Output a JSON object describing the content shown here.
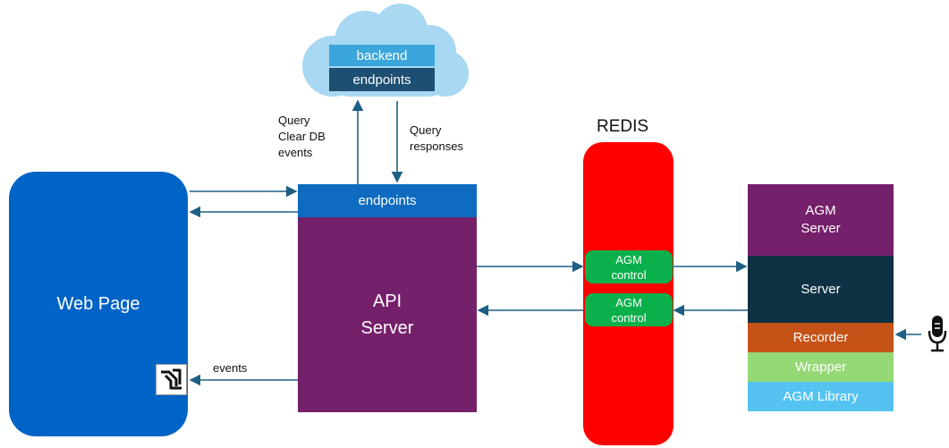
{
  "cloud": {
    "backend": "backend",
    "endpoints": "endpoints"
  },
  "labels": {
    "query_clear": "Query\nClear DB\nevents",
    "query_responses": "Query\nresponses",
    "events": "events",
    "redis": "REDIS"
  },
  "web_page": {
    "label": "Web Page"
  },
  "api": {
    "endpoints": "endpoints",
    "label": "API\nServer"
  },
  "redis": {
    "control_top": "AGM\ncontrol",
    "control_bottom": "AGM\ncontrol"
  },
  "agm_stack": {
    "agm_server": "AGM\nServer",
    "server": "Server",
    "recorder": "Recorder",
    "wrapper": "Wrapper",
    "library": "AGM Library"
  },
  "colors": {
    "web_page": "#0063c6",
    "api_server": "#74206b",
    "endpoints_bar": "#0f6bbf",
    "redis": "#ff0000",
    "agm_control": "#0bb04b",
    "agm_server": "#74206b",
    "server": "#0e3144",
    "recorder": "#c55217",
    "wrapper": "#95d876",
    "library": "#55c3f1",
    "cloud": "#a8d8f2",
    "backend": "#3aa6dc",
    "cloud_endpoints": "#1c4f72",
    "arrow": "#1f5f85"
  },
  "icons": [
    "websocket-icon",
    "microphone-icon"
  ]
}
